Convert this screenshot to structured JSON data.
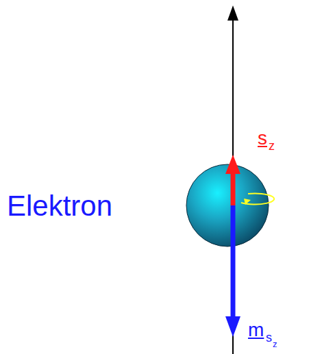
{
  "diagram": {
    "labels": [
      "Elektron",
      "s",
      "z",
      "m",
      "s",
      "z"
    ]
  }
}
